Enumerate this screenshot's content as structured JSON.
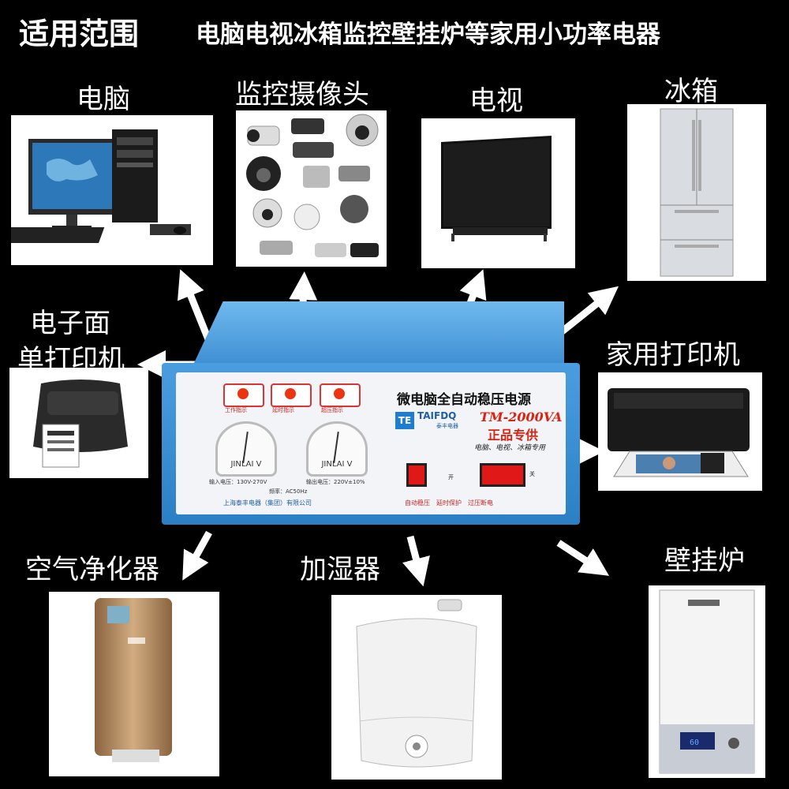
{
  "header": {
    "title": "适用范围",
    "subtitle": "电脑电视冰箱监控壁挂炉等家用小功率电器"
  },
  "appliances": [
    {
      "id": "computer",
      "label": "电脑"
    },
    {
      "id": "camera",
      "label": "监控摄像头"
    },
    {
      "id": "tv",
      "label": "电视"
    },
    {
      "id": "fridge",
      "label": "冰箱"
    },
    {
      "id": "label-printer",
      "label_line1": "电子面",
      "label_line2": "单打印机"
    },
    {
      "id": "home-printer",
      "label": "家用打印机"
    },
    {
      "id": "air-purifier",
      "label": "空气净化器"
    },
    {
      "id": "humidifier",
      "label": "加湿器"
    },
    {
      "id": "boiler",
      "label": "壁挂炉"
    }
  ],
  "stabilizer": {
    "title": "微电脑全自动稳压电源",
    "brand": "TAIFDQ",
    "brand_cn": "泰丰电器",
    "model": "TM-2000VA",
    "genuine": "正品专供",
    "usage": "电脑、电视、冰箱专用",
    "lamps": [
      "工作指示",
      "延时指示",
      "超压指示"
    ],
    "meter_label": "JINLAI",
    "meter_unit": "V",
    "input_range": "输入电压：130V-270V",
    "output_range": "输出电压：220V±10%",
    "frequency": "频率：AC50Hz",
    "manufacturer": "上海泰丰电器（集团）有限公司",
    "features": "自动稳压　延时保护　过压断电",
    "switch_on": "开",
    "switch_off": "关"
  },
  "colors": {
    "background": "#000000",
    "text": "#ffffff",
    "stabilizer_blue": "#3b8fd6",
    "accent_red": "#e01818"
  }
}
